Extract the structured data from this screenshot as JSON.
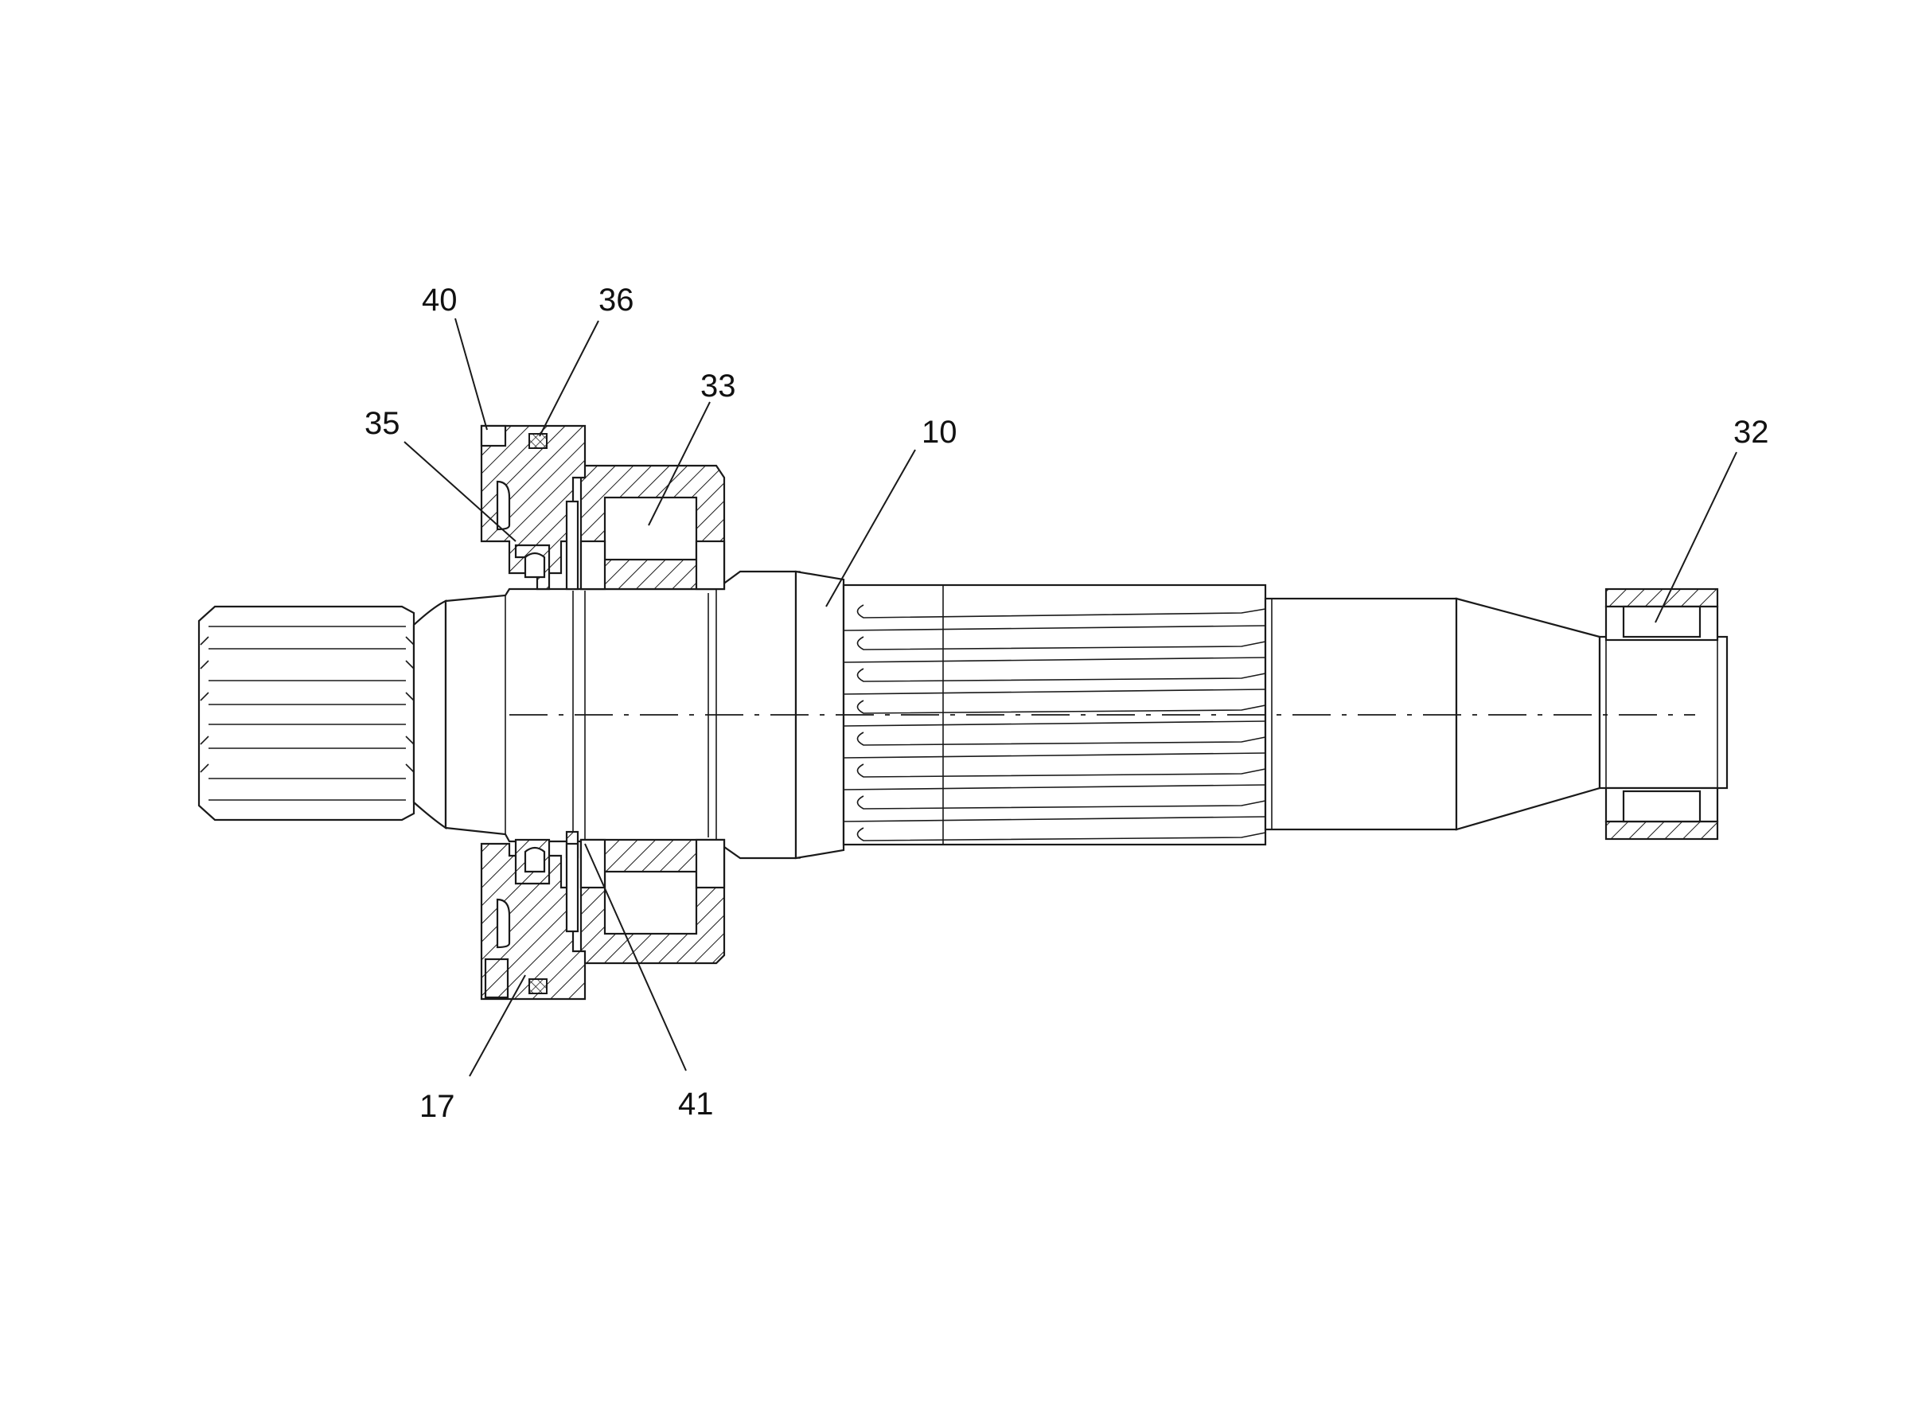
{
  "labels": {
    "l40": "40",
    "l36": "36",
    "l35": "35",
    "l33": "33",
    "l10": "10",
    "l32": "32",
    "l17": "17",
    "l41": "41"
  },
  "colors": {
    "line": "#1a1a1a",
    "background": "#ffffff"
  }
}
